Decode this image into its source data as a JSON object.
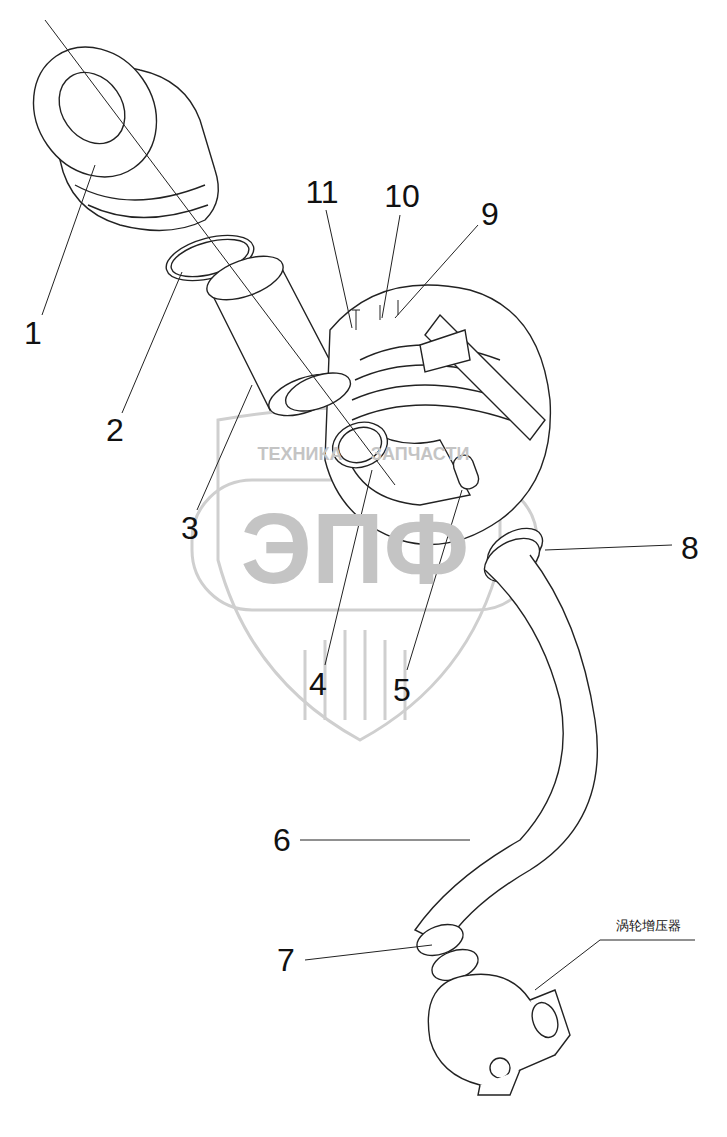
{
  "diagram": {
    "labels": [
      "1",
      "2",
      "3",
      "4",
      "5",
      "6",
      "7",
      "8",
      "9",
      "10",
      "11",
      "涡轮增压器",
      "ТЕХНИКА",
      "ЗАПЧАСТИ",
      "ЭПФ"
    ]
  }
}
